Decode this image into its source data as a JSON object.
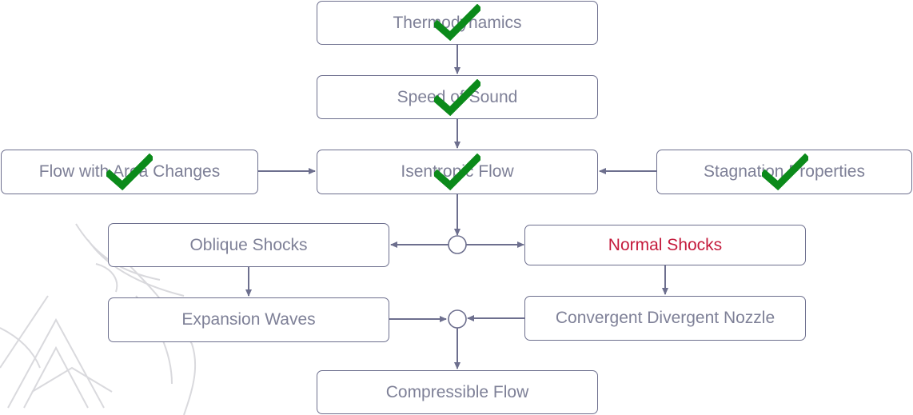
{
  "colors": {
    "box_border": "#6d6f8e",
    "text": "#7e8097",
    "highlight_text": "#c41a3c",
    "check": "#0b8a1a",
    "arrow": "#6d6f8e",
    "watermark": "#d9d9dd"
  },
  "nodes": {
    "thermodynamics": {
      "label": "Thermodynamics",
      "completed": true
    },
    "speed_of_sound": {
      "label": "Speed of Sound",
      "completed": true
    },
    "isentropic_flow": {
      "label": "Isentropic Flow",
      "completed": true
    },
    "flow_with_area_changes": {
      "label": "Flow with Area Changes",
      "completed": true
    },
    "stagnation_properties": {
      "label": "Stagnation Properties",
      "completed": true
    },
    "oblique_shocks": {
      "label": "Oblique Shocks",
      "completed": false
    },
    "normal_shocks": {
      "label": "Normal Shocks",
      "completed": false,
      "highlighted": true
    },
    "expansion_waves": {
      "label": "Expansion Waves",
      "completed": false
    },
    "convergent_divergent_nozzle": {
      "label": "Convergent Divergent Nozzle",
      "completed": false
    },
    "compressible_flow": {
      "label": "Compressible Flow",
      "completed": false
    }
  },
  "icons": {
    "check": "checkmark-icon",
    "watermark": "crest-watermark"
  }
}
